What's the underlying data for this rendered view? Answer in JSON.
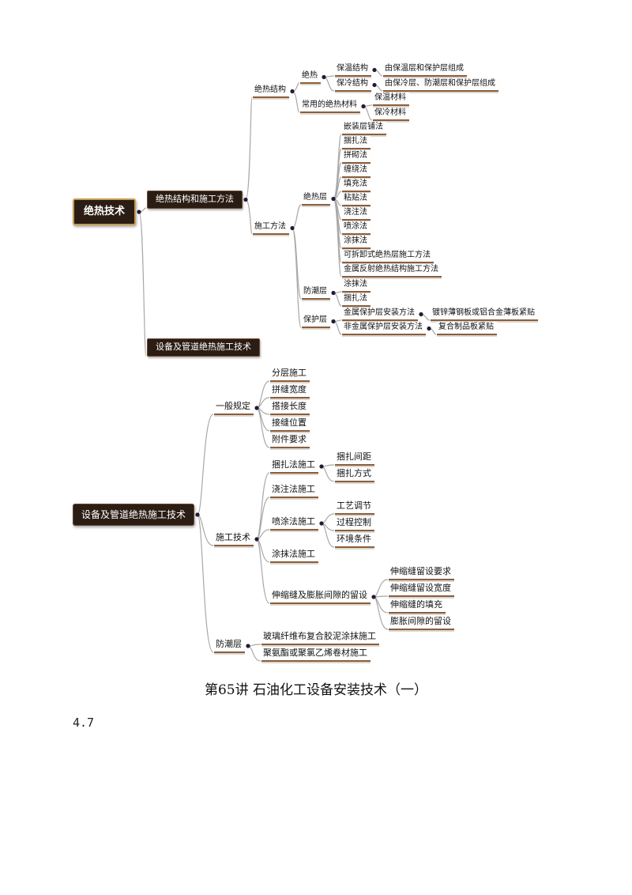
{
  "page": {
    "title": "第65讲 石油化工设备安装技术（一）",
    "page_number": "4.7"
  },
  "mindmap_top": {
    "root": "绝热技术",
    "branch_1": "绝热结构和施工方法",
    "branch_2": "设备及管道绝热施工技术",
    "jrjg": "绝热结构",
    "jr": "绝热",
    "bwjg": "保温结构",
    "bwjg_desc": "由保温层和保护层组成",
    "blj": "保冷结构",
    "blj_desc": "由保冷层、防潮层和保护层组成",
    "cycl": "常用的绝热材料",
    "bwcl": "保温材料",
    "blcl": "保冷材料",
    "sgff": "施工方法",
    "jrc": "绝热层",
    "jrc_items": [
      "嵌装层铺法",
      "捆扎法",
      "拼砌法",
      "缠绕法",
      "填充法",
      "粘贴法",
      "浇注法",
      "喷涂法",
      "涂抹法",
      "可拆卸式绝热层施工方法",
      "金属反射绝热结构施工方法"
    ],
    "fcc": "防潮层",
    "fcc_items": [
      "涂抹法",
      "捆扎法"
    ],
    "bhc": "保护层",
    "jsbh": "金属保护层安装方法",
    "jsbh_desc": "镀锌薄钢板或铝合金薄板紧贴",
    "fjsbh": "非金属保护层安装方法",
    "fjsbh_desc": "复合制品板紧贴"
  },
  "mindmap_bottom": {
    "root": "设备及管道绝热施工技术",
    "ybgd": "一般规定",
    "ybgd_items": [
      "分层施工",
      "拼缝宽度",
      "搭接长度",
      "接缝位置",
      "附件要求"
    ],
    "sgjs": "施工技术",
    "kzf": "捆扎法施工",
    "kzf_items": [
      "捆扎间距",
      "捆扎方式"
    ],
    "jzf": "浇注法施工",
    "ptf": "喷涂法施工",
    "ptf_items": [
      "工艺调节",
      "过程控制",
      "环境条件"
    ],
    "tmf": "涂抹法施工",
    "ssf": "伸缩缝及膨胀间隙的留设",
    "ssf_items": [
      "伸缩缝留设要求",
      "伸缩缝留设宽度",
      "伸缩缝的填充",
      "膨胀间隙的留设"
    ],
    "fcc": "防潮层",
    "fcc_items": [
      "玻璃纤维布复合胶泥涂抹施工",
      "聚氨酯或聚氯乙烯卷材施工"
    ]
  },
  "colors": {
    "line": "#a8a8a8",
    "node_dark": "#2b1d14",
    "underline": "#8b5e3c",
    "root_border": "#c99a52",
    "dot": "#231a35"
  }
}
